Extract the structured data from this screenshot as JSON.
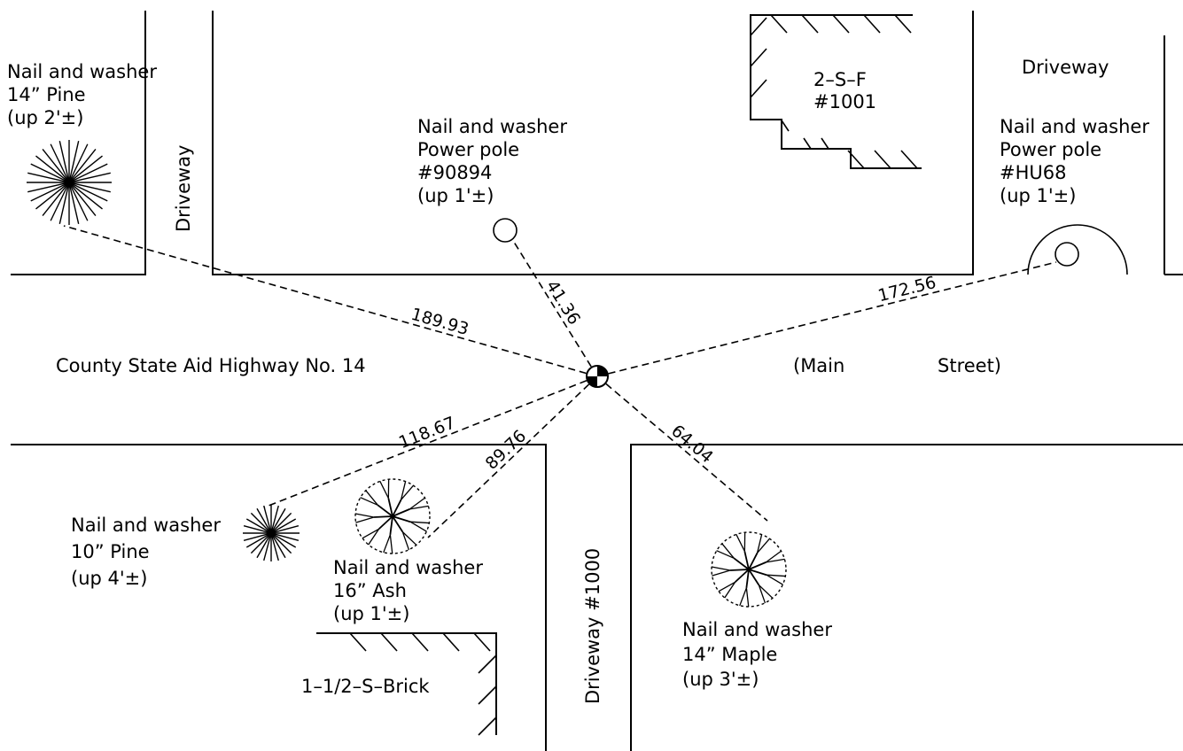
{
  "drawing": {
    "street_label": "County State Aid Highway No. 14",
    "street_alt_1": "(Main",
    "street_alt_2": "Street)",
    "driveway_west": "Driveway",
    "driveway_east": "Driveway",
    "driveway_1000": "Driveway #1000",
    "house_1001": [
      "2–S–F",
      "#1001"
    ],
    "house_brick": "1–1/2–S–Brick"
  },
  "ties": [
    {
      "id": "pine14",
      "distance": "189.93",
      "lines": [
        "Nail and washer",
        "14” Pine",
        "(up 2'±)"
      ]
    },
    {
      "id": "pole90894",
      "distance": "41.36",
      "lines": [
        "Nail and washer",
        "Power pole",
        "#90894",
        "(up 1'±)"
      ]
    },
    {
      "id": "poleHU68",
      "distance": "172.56",
      "lines": [
        "Nail and washer",
        "Power pole",
        "#HU68",
        "(up 1'±)"
      ]
    },
    {
      "id": "pine10",
      "distance": "118.67",
      "lines": [
        "Nail and washer",
        "10” Pine",
        "(up 4'±)"
      ]
    },
    {
      "id": "ash16",
      "distance": "89.76",
      "lines": [
        "Nail and washer",
        "16” Ash",
        "(up 1'±)"
      ]
    },
    {
      "id": "maple14",
      "distance": "64.04",
      "lines": [
        "Nail and washer",
        "14” Maple",
        "(up 3'±)"
      ]
    }
  ]
}
